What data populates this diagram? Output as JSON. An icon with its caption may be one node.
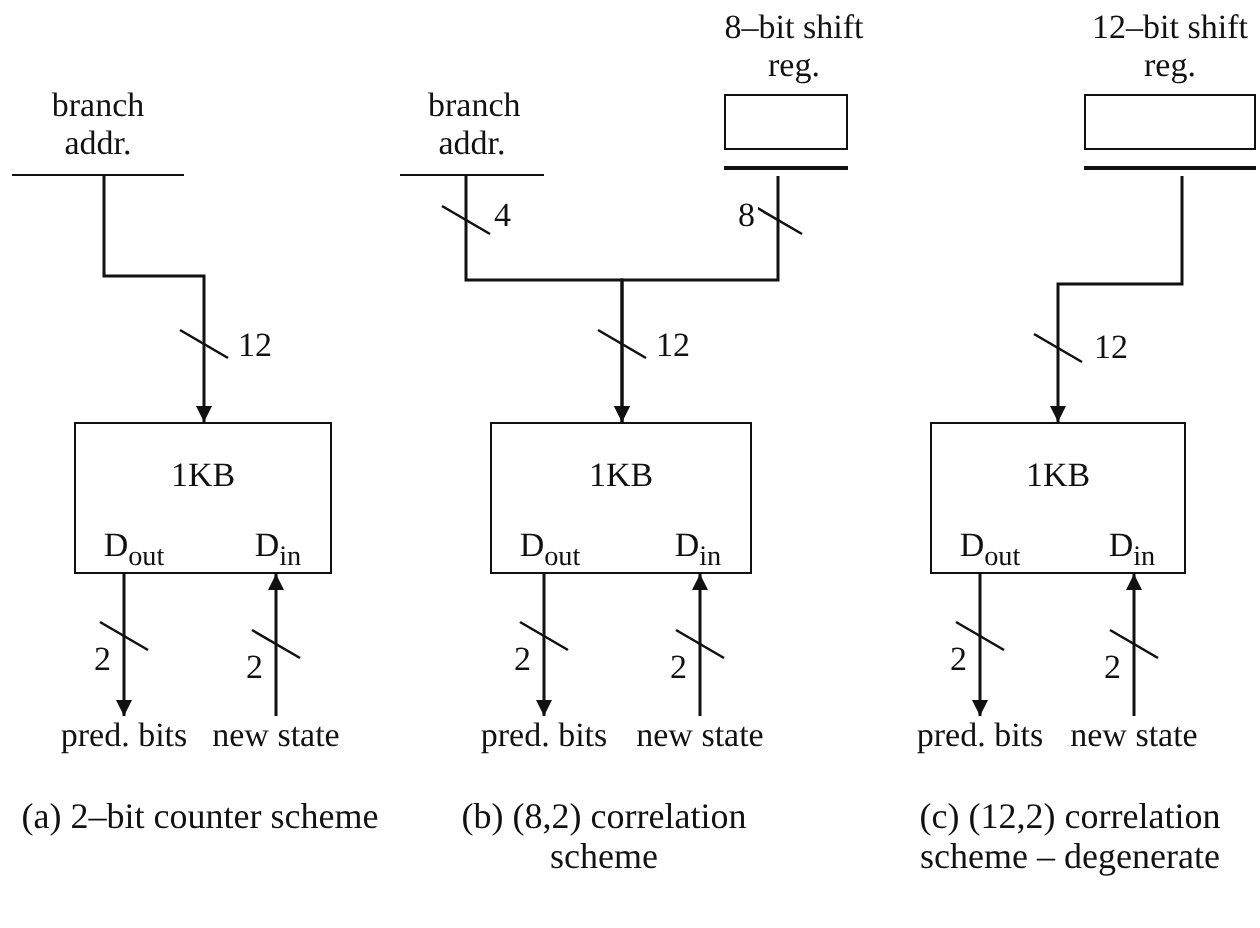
{
  "diagram": {
    "nodes": [
      {
        "text": [
          "branch addr."
        ]
      },
      {
        "text": [
          "1KB",
          "D$_{out}$",
          "D$_{in}$"
        ]
      },
      {
        "text": [
          "pred. bits"
        ]
      },
      {
        "text": [
          "new state"
        ]
      },
      {
        "text": [
          "branch addr."
        ]
      },
      {
        "text": [
          "8–bit shift reg."
        ]
      },
      {
        "text": [
          "1KB",
          "D$_{out}$",
          "D$_{in}$"
        ]
      },
      {
        "text": [
          "pred. bits"
        ]
      },
      {
        "text": [
          "new state"
        ]
      },
      {
        "text": [
          "12–bit shift reg."
        ]
      },
      {
        "text": [
          "1KB",
          "D$_{out}$",
          "D$_{in}$"
        ]
      },
      {
        "text": [
          "pred. bits"
        ]
      },
      {
        "text": [
          "new state"
        ]
      }
    ],
    "edges": [
      {
        "from": 0,
        "to": 1,
        "arrow": "to",
        "label": "12"
      },
      {
        "from": 1,
        "to": 2,
        "arrow": "to",
        "label": "2"
      },
      {
        "from": 3,
        "to": 1,
        "arrow": "to",
        "label": "2"
      },
      {
        "from": 4,
        "to": 6,
        "arrow": "to",
        "label": "4"
      },
      {
        "from": 5,
        "to": 6,
        "arrow": "to",
        "label": "8"
      },
      {
        "from": 6,
        "to": 7,
        "arrow": "to",
        "label": "2"
      },
      {
        "from": 8,
        "to": 6,
        "arrow": "to",
        "label": "2"
      },
      {
        "from": 9,
        "to": 10,
        "arrow": "to",
        "label": "12"
      },
      {
        "from": 10,
        "to": 11,
        "arrow": "to",
        "label": "2"
      },
      {
        "from": 12,
        "to": 10,
        "arrow": "to",
        "label": "2"
      }
    ],
    "labels": [
      "12",
      "(a) 2–bit counter scheme",
      "(b) (8,2) correlation scheme",
      "(c) (12,2) correlation scheme – degenerate"
    ]
  }
}
